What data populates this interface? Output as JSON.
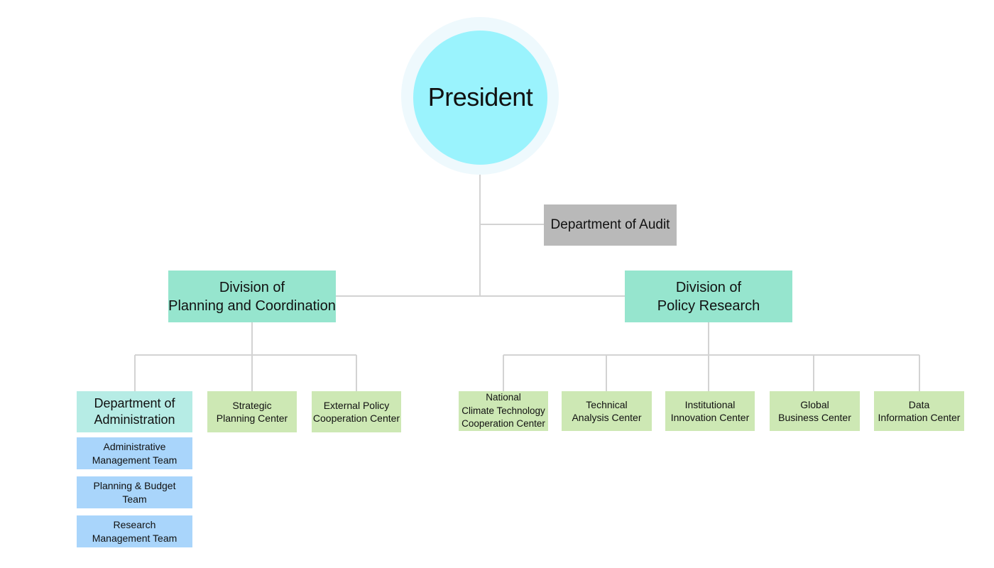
{
  "president": {
    "label": "President"
  },
  "audit": {
    "label": "Department of Audit"
  },
  "divisions": [
    {
      "label": "Division of\nPlanning and Coordination"
    },
    {
      "label": "Division of\nPolicy Research"
    }
  ],
  "planning_units": {
    "department": {
      "label": "Department of\nAdministration"
    },
    "teams": [
      {
        "label": "Administrative\nManagement Team"
      },
      {
        "label": "Planning & Budget\nTeam"
      },
      {
        "label": "Research\nManagement  Team"
      }
    ],
    "centers": [
      {
        "label": "Strategic\nPlanning Center"
      },
      {
        "label": "External Policy\nCooperation Center"
      }
    ]
  },
  "policy_centers": [
    {
      "label": "National\nClimate Technology\nCooperation Center"
    },
    {
      "label": "Technical\nAnalysis Center"
    },
    {
      "label": "Institutional\nInnovation Center"
    },
    {
      "label": "Global\nBusiness Center"
    },
    {
      "label": "Data\nInformation Center"
    }
  ],
  "colors": {
    "president": "#9af3fd",
    "audit": "#b9b9b9",
    "division": "#96e5ce",
    "department": "#b6ece5",
    "center": "#cde8b4",
    "team": "#a9d5fb",
    "connector": "#d3d3d3"
  }
}
